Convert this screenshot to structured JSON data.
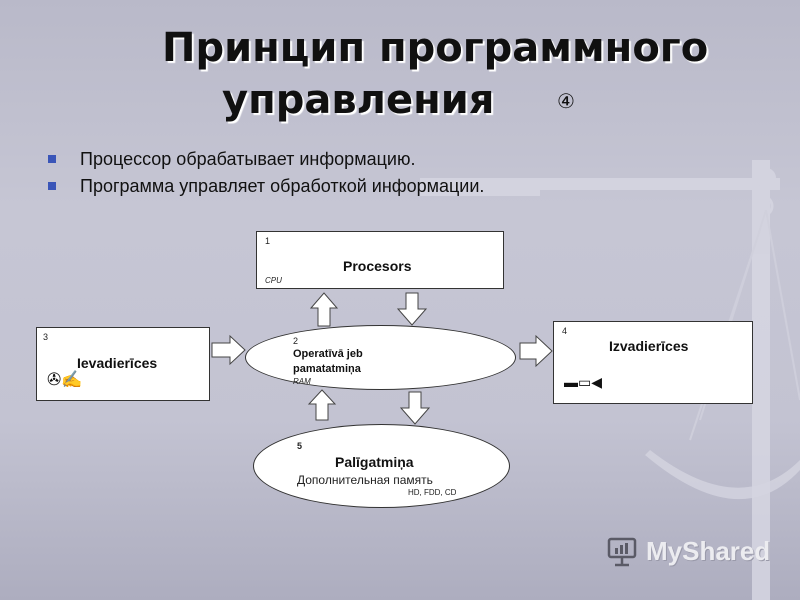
{
  "title": {
    "line1": "Принцип программного",
    "line2": "управления",
    "symbol": "④"
  },
  "bullets": [
    "Процессор обрабатывает информацию.",
    "Программа управляет обработкой информации."
  ],
  "diagram": {
    "cpu": {
      "number": "1",
      "label": "Procesors",
      "sub": "CPU"
    },
    "ram": {
      "number": "2",
      "label_line1": "Operatīvā jeb",
      "label_line2": "pamatatmiņa",
      "sub": "RAM"
    },
    "input": {
      "number": "3",
      "label": "Ievadierīces",
      "icons": "✇✍"
    },
    "output": {
      "number": "4",
      "label": "Izvadierīces",
      "icons": "▬▭◀"
    },
    "storage": {
      "number": "5",
      "label": "Palīgatmiņa",
      "sub_ru": "Дополнительная память",
      "sub": "HD, FDD, CD"
    }
  },
  "watermark": {
    "text": "MyShared"
  },
  "colors": {
    "bullet": "#3a55b8",
    "background": "#c3c3d2"
  }
}
